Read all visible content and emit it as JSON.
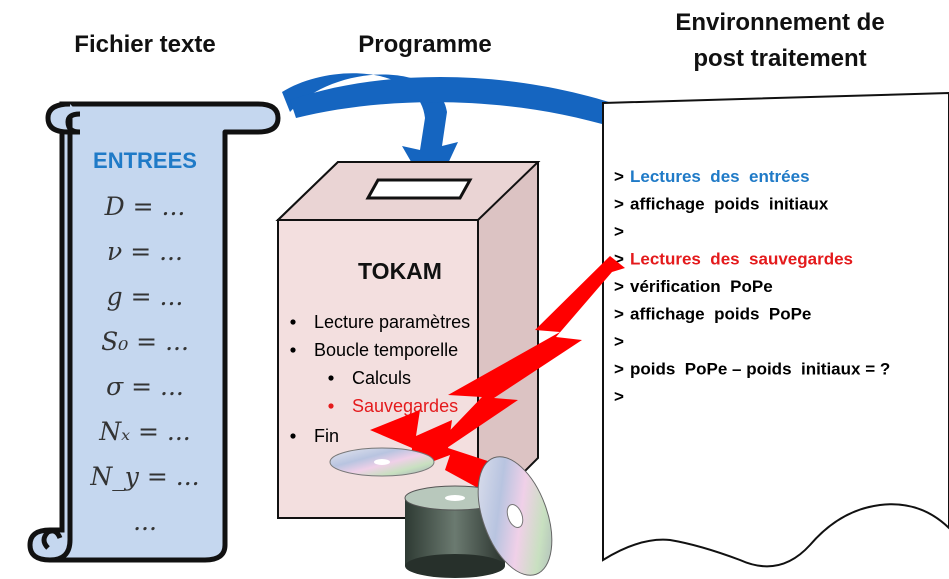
{
  "headers": {
    "input_file": "Fichier texte",
    "program": "Programme",
    "post_env_line1": "Environnement de",
    "post_env_line2": "post traitement"
  },
  "scroll": {
    "title": "ENTREES",
    "equations": [
      "D = ...",
      "ν = ...",
      "g = ...",
      "S₀ = ...",
      "σ = ...",
      "Nₓ = ...",
      "N_y = ...",
      "..."
    ]
  },
  "box": {
    "title": "TOKAM",
    "bullets": [
      {
        "text": "Lecture paramètres",
        "level": 1,
        "color": "#000000"
      },
      {
        "text": "Boucle temporelle",
        "level": 1,
        "color": "#000000"
      },
      {
        "text": "Calculs",
        "level": 2,
        "color": "#000000"
      },
      {
        "text": "Sauvegardes",
        "level": 2,
        "color": "#e41a1c"
      },
      {
        "text": "Fin",
        "level": 1,
        "color": "#000000"
      }
    ]
  },
  "output_lines": [
    {
      "prompt": ">",
      "text": "Lectures  des  entrées",
      "color": "#1f7ac7"
    },
    {
      "prompt": ">",
      "text": "affichage  poids  initiaux",
      "color": "#000000"
    },
    {
      "prompt": ">",
      "text": "",
      "color": "#000000"
    },
    {
      "prompt": ">",
      "text": "Lectures  des  sauvegardes",
      "color": "#e41a1c"
    },
    {
      "prompt": ">",
      "text": "vérification  PoPe",
      "color": "#000000"
    },
    {
      "prompt": ">",
      "text": "affichage  poids  PoPe",
      "color": "#000000"
    },
    {
      "prompt": ">",
      "text": "",
      "color": "#000000"
    },
    {
      "prompt": ">",
      "text": "poids  PoPe – poids  initiaux = ?",
      "color": "#000000"
    },
    {
      "prompt": ">",
      "text": "",
      "color": "#000000"
    }
  ],
  "colors": {
    "scroll_fill": "#c5d7ef",
    "box_front": "#f3dfdf",
    "box_side": "#dcc3c3",
    "arrow_blue": "#1565c0",
    "lightning_red": "#ff0000",
    "title_blue": "#1f7ac7"
  }
}
